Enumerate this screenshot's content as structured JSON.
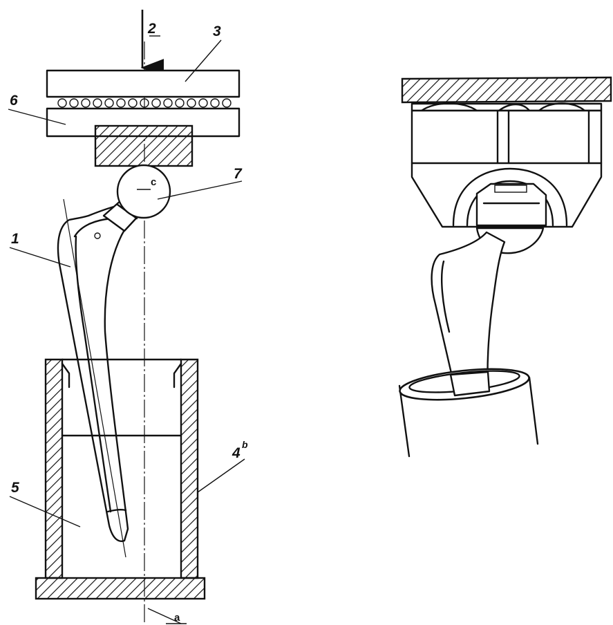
{
  "labels": {
    "l1": "1",
    "l2": "2",
    "l3": "3",
    "l4": "4",
    "l4_sup": "b",
    "l5": "5",
    "l6": "6",
    "l7": "7",
    "c": "c",
    "a": "a"
  },
  "colors": {
    "ink": "#111111",
    "paper": "#ffffff"
  }
}
